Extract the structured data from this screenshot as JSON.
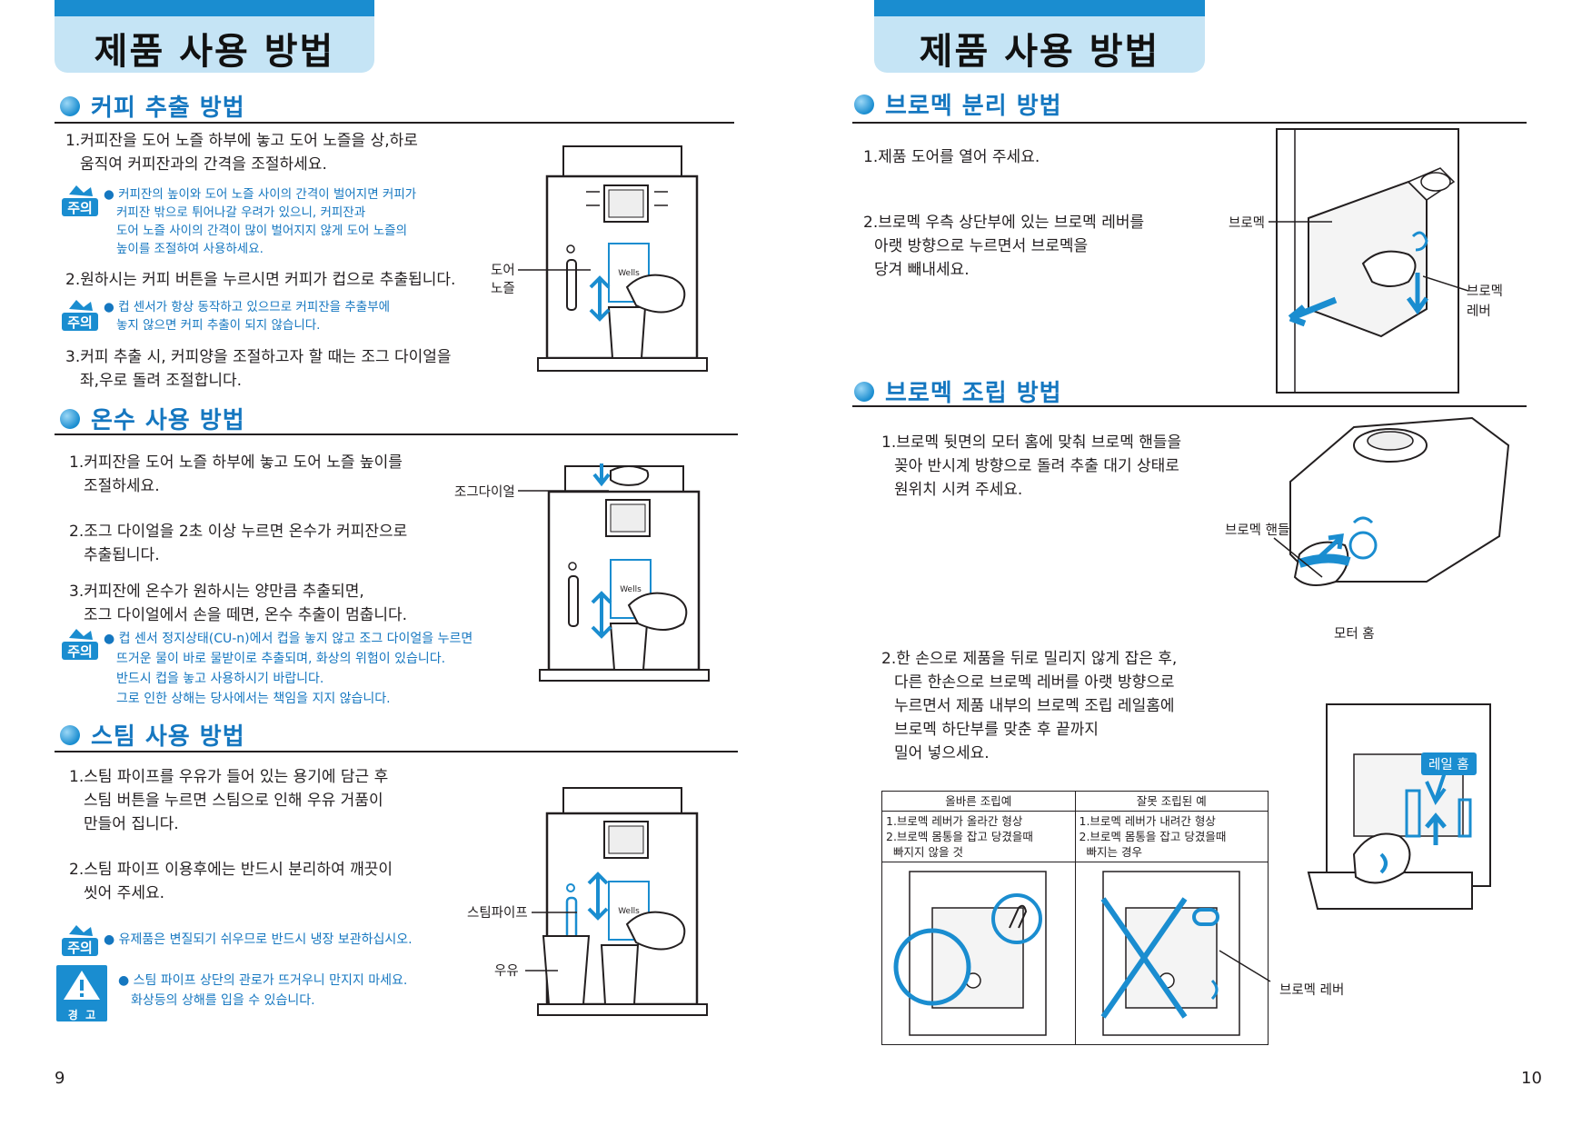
{
  "left_page": {
    "header": "제품 사용 방법",
    "sections": {
      "coffee": {
        "title": "커피 추출 방법",
        "step1": [
          "1.커피잔을 도어 노즐 하부에 놓고 도어 노즐을 상,하로",
          "움직여 커피잔과의 간격을 조절하세요."
        ],
        "note1": [
          "● 커피잔의 높이와 도어 노즐 사이의 간격이 벌어지면 커피가",
          "커피잔 밖으로 튀어나갈 우려가 있으니, 커피잔과",
          "도어 노즐 사이의 간격이 많이 벌어지지 않게 도어 노즐의",
          "높이를 조절하여 사용하세요."
        ],
        "step2": "2.원하시는 커피 버튼을 누르시면 커피가 컵으로 추출됩니다.",
        "note2": [
          "● 컵 센서가 항상 동작하고 있으므로 커피잔을 추출부에",
          "놓지 않으면 커피 추출이 되지 않습니다."
        ],
        "step3": [
          "3.커피 추출 시, 커피양을 조절하고자 할 때는 조그 다이얼을",
          "좌,우로 돌려 조절합니다."
        ],
        "label_nozzle": [
          "도어",
          "노즐"
        ]
      },
      "hotwater": {
        "title": "온수 사용 방법",
        "step1": [
          "1.커피잔을 도어 노즐 하부에 놓고 도어 노즐 높이를",
          "조절하세요."
        ],
        "step2": [
          "2.조그 다이얼을 2초 이상 누르면 온수가 커피잔으로",
          "추출됩니다."
        ],
        "step3": [
          "3.커피잔에 온수가 원하시는 양만큼 추출되면,",
          "조그 다이얼에서 손을 떼면, 온수 추출이 멈춥니다."
        ],
        "note": [
          "● 컵 센서 정지상태(CU-n)에서 컵을 놓지 않고 조그 다이얼을 누르면",
          "뜨거운 물이 바로 물받이로 추출되며, 화상의 위험이 있습니다.",
          "반드시 컵을 놓고 사용하시기 바랍니다.",
          "그로 인한 상해는 당사에서는 책임을 지지 않습니다."
        ],
        "label_jog": "조그다이얼"
      },
      "steam": {
        "title": "스팀 사용 방법",
        "step1": [
          "1.스팀 파이프를 우유가 들어 있는 용기에 담근 후",
          "스팀 버튼을 누르면 스팀으로 인해 우유 거품이",
          "만들어 집니다."
        ],
        "step2": [
          "2.스팀 파이프 이용후에는 반드시 분리하여 깨끗이",
          "씻어 주세요."
        ],
        "note": "● 유제품은 변질되기 쉬우므로 반드시 냉장 보관하십시오.",
        "warning": [
          "● 스팀 파이프 상단의 관로가 뜨거우니 만지지 마세요.",
          "화상등의 상해를 입을 수 있습니다."
        ],
        "warning_badge": "경  고",
        "label_pipe": "스팀파이프",
        "label_milk": "우유"
      }
    },
    "caution_badge": "주의",
    "machine_brand": "Wells",
    "page_number": "9"
  },
  "right_page": {
    "header": "제품 사용 방법",
    "sections": {
      "detach": {
        "title": "브로멕 분리 방법",
        "step1": "1.제품 도어를 열어 주세요.",
        "step2": [
          "2.브로멕 우측 상단부에 있는 브로멕 레버를",
          "아랫 방향으로 누르면서 브로멕을",
          "당겨  빼내세요."
        ],
        "label_brewer": "브로멕",
        "label_lever": [
          "브로멕",
          "레버"
        ]
      },
      "assemble": {
        "title": "브로멕 조립 방법",
        "step1": [
          "1.브로멕 뒷면의 모터 홈에 맞춰 브로멕 핸들을",
          "꽂아 반시계 방향으로 돌려 추출 대기 상태로",
          "원위치 시켜 주세요."
        ],
        "step2": [
          "2.한 손으로 제품을 뒤로 밀리지 않게 잡은 후,",
          "다른 한손으로 브로멕 레버를 아랫 방향으로",
          "누르면서 제품 내부의 브로멕 조립 레일홈에",
          "브로멕 하단부를 맞춘 후 끝까지",
          "밀어 넣으세요."
        ],
        "label_handle": "브로멕 핸들",
        "label_motor": "모터 홈",
        "label_rail": "레일 홈",
        "label_lever": "브로멕 레버",
        "table": {
          "col_ok": "올바른 조립예",
          "col_bad": "잘못 조립된 예",
          "ok_lines": [
            "1.브로멕 레버가 올라간 형상",
            "2.브로멕 몸통을 잡고 당겼을때",
            "빠지지 않을 것"
          ],
          "bad_lines": [
            "1.브로멕 레버가 내려간 형상",
            "2.브로멕 몸통을 잡고 당겼을때",
            "빠지는 경우"
          ]
        }
      }
    },
    "page_number": "10"
  },
  "colors": {
    "accent": "#1a8dd0",
    "header_bg": "#c5e4f5",
    "title_blue": "#1577c0",
    "text": "#231f20"
  }
}
